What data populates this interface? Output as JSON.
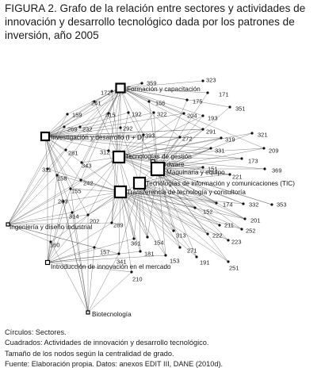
{
  "figure": {
    "label": "FIGURA 2.",
    "title": "Grafo de la relación entre sectores y actividades de innovación y desarrollo tecnológico dada por los patrones de inversión, año 2005"
  },
  "squares": [
    {
      "id": "formacion",
      "label": "Formación y capacitación"
    },
    {
      "id": "investigacion",
      "label": "Investigación y desarrollo (I + D)"
    },
    {
      "id": "gestion",
      "label": "Tecnologías de gestión"
    },
    {
      "id": "hardware",
      "label": "Hardware"
    },
    {
      "id": "maquinaria",
      "label": "Maquinaria y equipo"
    },
    {
      "id": "tic",
      "label": "Tecnologías de información y comunicaciones (TIC)"
    },
    {
      "id": "transferencia",
      "label": "Transferencia de tecnología y consultoría"
    },
    {
      "id": "ingenieria",
      "label": "Ingeniería y diseño industrial"
    },
    {
      "id": "introduccion",
      "label": "Introducción de innovación en el mercado"
    },
    {
      "id": "biotecnologia",
      "label": "Biotecnología"
    }
  ],
  "circles": [
    {
      "id": "323",
      "label": "323"
    },
    {
      "id": "359",
      "label": "359"
    },
    {
      "id": "172",
      "label": "172"
    },
    {
      "id": "171",
      "label": "171"
    },
    {
      "id": "175",
      "label": "175"
    },
    {
      "id": "241",
      "label": "241"
    },
    {
      "id": "156",
      "label": "156"
    },
    {
      "id": "351",
      "label": "351"
    },
    {
      "id": "159",
      "label": "159"
    },
    {
      "id": "315",
      "label": "315"
    },
    {
      "id": "192",
      "label": "192"
    },
    {
      "id": "322",
      "label": "322"
    },
    {
      "id": "204",
      "label": "204"
    },
    {
      "id": "193",
      "label": "193"
    },
    {
      "id": "269",
      "label": "269"
    },
    {
      "id": "232",
      "label": "232"
    },
    {
      "id": "292",
      "label": "292"
    },
    {
      "id": "291",
      "label": "291"
    },
    {
      "id": "393",
      "label": "393"
    },
    {
      "id": "272",
      "label": "272"
    },
    {
      "id": "319",
      "label": "319"
    },
    {
      "id": "321",
      "label": "321"
    },
    {
      "id": "281",
      "label": "281"
    },
    {
      "id": "331",
      "label": "331"
    },
    {
      "id": "209",
      "label": "209"
    },
    {
      "id": "312",
      "label": "312"
    },
    {
      "id": "343",
      "label": "343"
    },
    {
      "id": "173",
      "label": "173"
    },
    {
      "id": "311",
      "label": "311"
    },
    {
      "id": "158",
      "label": "158"
    },
    {
      "id": "242",
      "label": "242"
    },
    {
      "id": "151",
      "label": "151"
    },
    {
      "id": "369",
      "label": "369"
    },
    {
      "id": "155",
      "label": "155"
    },
    {
      "id": "221",
      "label": "221"
    },
    {
      "id": "203",
      "label": "203"
    },
    {
      "id": "332",
      "label": "332"
    },
    {
      "id": "353",
      "label": "353"
    },
    {
      "id": "174",
      "label": "174"
    },
    {
      "id": "314",
      "label": "314"
    },
    {
      "id": "202",
      "label": "202"
    },
    {
      "id": "152",
      "label": "152"
    },
    {
      "id": "201",
      "label": "201"
    },
    {
      "id": "289",
      "label": "289"
    },
    {
      "id": "211",
      "label": "211"
    },
    {
      "id": "252",
      "label": "252"
    },
    {
      "id": "313",
      "label": "313"
    },
    {
      "id": "222",
      "label": "222"
    },
    {
      "id": "223",
      "label": "223"
    },
    {
      "id": "160",
      "label": "160"
    },
    {
      "id": "361",
      "label": "361"
    },
    {
      "id": "154",
      "label": "154"
    },
    {
      "id": "157",
      "label": "157"
    },
    {
      "id": "181",
      "label": "181"
    },
    {
      "id": "271",
      "label": "271"
    },
    {
      "id": "341",
      "label": "341"
    },
    {
      "id": "153",
      "label": "153"
    },
    {
      "id": "191",
      "label": "191"
    },
    {
      "id": "251",
      "label": "251"
    },
    {
      "id": "210",
      "label": "210"
    }
  ],
  "notes": [
    "Círculos: Sectores.",
    "Cuadrados: Actividades de innovación y desarrollo tecnológico.",
    "Tamaño de los nodos según la centralidad de grado.",
    "Fuente: Elaboración propia. Datos: anexos EDIT III, DANE (2010d)."
  ]
}
